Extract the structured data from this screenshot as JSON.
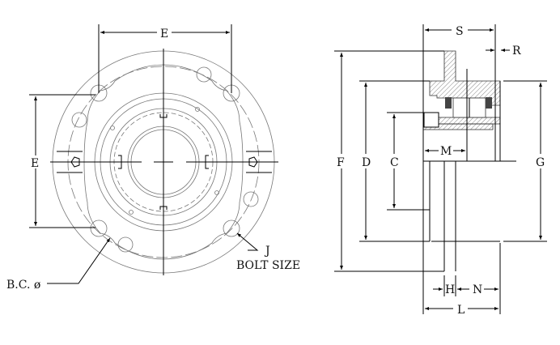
{
  "front_view": {
    "dim_top": "E",
    "dim_left": "E",
    "bolt_label_j": "J",
    "bolt_label_size": "BOLT SIZE",
    "bolt_circle_label": "B.C. ø"
  },
  "side_view": {
    "dim_s": "S",
    "dim_r": "R",
    "dim_f": "F",
    "dim_d": "D",
    "dim_c": "C",
    "dim_m": "M",
    "dim_g": "G",
    "dim_h": "H",
    "dim_n": "N",
    "dim_l": "L"
  }
}
